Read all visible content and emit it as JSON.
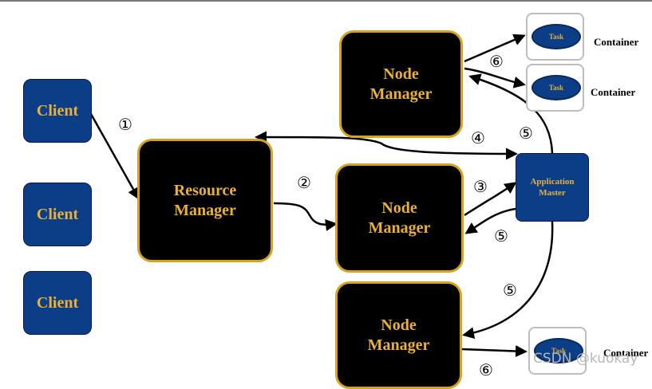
{
  "clients": [
    "Client",
    "Client",
    "Client"
  ],
  "resource_manager": {
    "line1": "Resource",
    "line2": "Manager"
  },
  "node_managers": [
    {
      "line1": "Node",
      "line2": "Manager"
    },
    {
      "line1": "Node",
      "line2": "Manager"
    },
    {
      "line1": "Node",
      "line2": "Manager"
    }
  ],
  "application_master": {
    "line1": "Application",
    "line2": "Master"
  },
  "containers": [
    {
      "task": "Task",
      "label": "Container"
    },
    {
      "task": "Task",
      "label": "Container"
    },
    {
      "task": "Task",
      "label": "Container"
    }
  ],
  "steps": {
    "s1": "①",
    "s2": "②",
    "s3": "③",
    "s4": "④",
    "s5a": "⑤",
    "s5b": "⑤",
    "s5c": "⑤",
    "s6a": "⑥",
    "s6b": "⑥"
  },
  "watermark": "CSDN @kuokay",
  "colors": {
    "box_fill": "#0b3e86",
    "node_fill": "#000000",
    "border_gold": "#d8a21f",
    "text_gold": "#e9b03a"
  }
}
